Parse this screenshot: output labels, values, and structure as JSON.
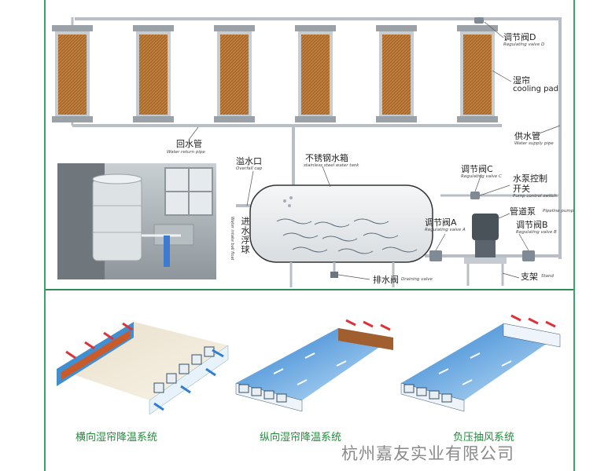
{
  "labels": {
    "valve_d": {
      "zh": "调节阀D",
      "en": "Regulating valve D"
    },
    "cooling_pad": {
      "zh": "湿帘",
      "en": "cooling pad"
    },
    "water_return": {
      "zh": "回水管",
      "en": "Water return pipe"
    },
    "water_supply": {
      "zh": "供水管",
      "en": "Water supply pipe"
    },
    "overflow": {
      "zh": "溢水口",
      "en": "Overfall cap"
    },
    "tank": {
      "zh": "不锈钢水箱",
      "en": "stainless steel water tank"
    },
    "valve_c": {
      "zh": "调节阀C",
      "en": "Regulating valve C"
    },
    "pump_switch": {
      "zh": "水泵控制开关",
      "en": "Pump control switch"
    },
    "inlet_float": {
      "zh": "进水浮球",
      "en": "Water intake ball float"
    },
    "valve_a": {
      "zh": "调节阀A",
      "en": "Regulating valve A"
    },
    "pipeline_pump": {
      "zh": "管道泵",
      "en": "Pipeline pump"
    },
    "valve_b": {
      "zh": "调节阀B",
      "en": "Regulating valve B"
    },
    "drain": {
      "zh": "排水阀",
      "en": "Draining valve"
    },
    "stand": {
      "zh": "支架",
      "en": "Stand"
    }
  },
  "systems": [
    {
      "caption": "横向湿帘降温系统"
    },
    {
      "caption": "纵向湿帘降温系统"
    },
    {
      "caption": "负压抽风系统"
    }
  ],
  "company": "杭州嘉友实业有限公司",
  "colors": {
    "pad": "#a66a2e",
    "pipe": "#b8bec4",
    "frame": "#3aa36a",
    "caption": "#1f8c3a",
    "wall": "#3f8fd2",
    "arrow_in": "#d8343a",
    "arrow_out": "#2f7fd0"
  }
}
